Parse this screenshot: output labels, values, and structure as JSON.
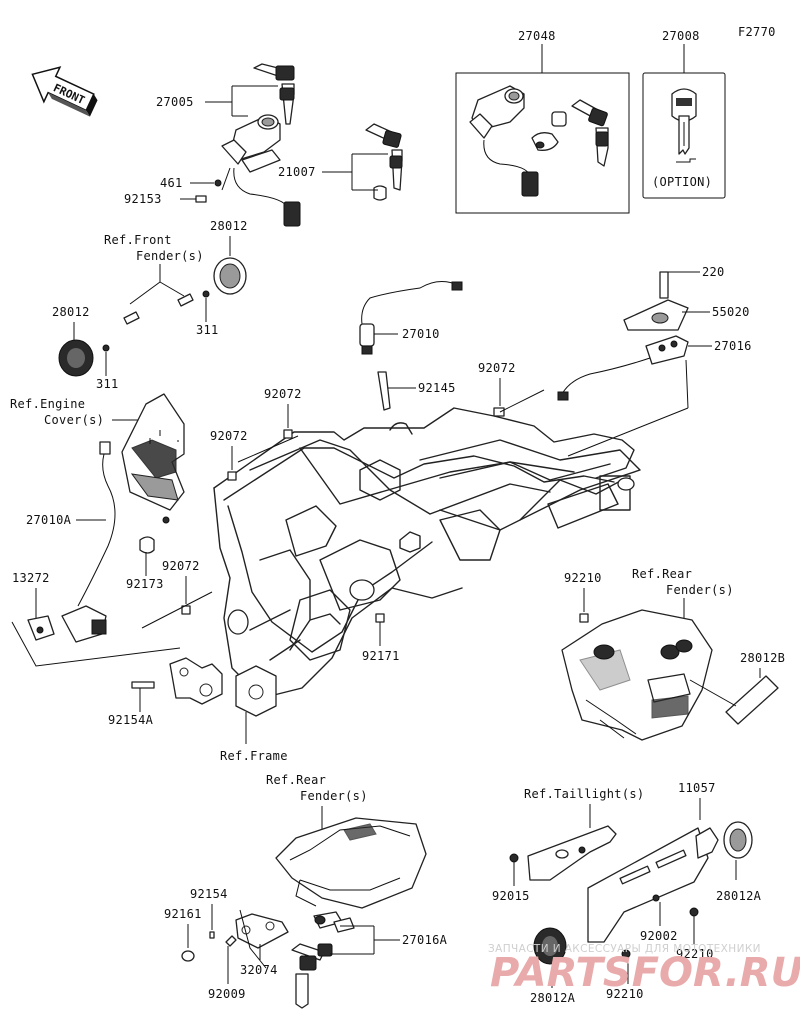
{
  "figure_code": "F2770",
  "front_arrow_label": "FRONT",
  "labels": {
    "p27005": "27005",
    "p461": "461",
    "p92153": "92153",
    "p21007": "21007",
    "p27048": "27048",
    "p27008": "27008",
    "option": "(OPTION)",
    "ref_front_fender_1": "Ref.Front",
    "ref_front_fender_2": "Fender(s)",
    "p28012_top": "28012",
    "p28012_left": "28012",
    "p311_right": "311",
    "p311_left": "311",
    "p27010": "27010",
    "p220": "220",
    "p55020": "55020",
    "p27016": "27016",
    "ref_engine_cover_1": "Ref.Engine",
    "ref_engine_cover_2": "Cover(s)",
    "p92072_a": "92072",
    "p92072_b": "92072",
    "p92072_c": "92072",
    "p92072_d": "92072",
    "p92145": "92145",
    "p27010A": "27010A",
    "p92173": "92173",
    "p13272": "13272",
    "p92210_top": "92210",
    "ref_rear_fender_1a": "Ref.Rear",
    "ref_rear_fender_1b": "Fender(s)",
    "p28012B": "28012B",
    "p92171": "92171",
    "p92154A": "92154A",
    "ref_frame": "Ref.Frame",
    "ref_rear_fender_2a": "Ref.Rear",
    "ref_rear_fender_2b": "Fender(s)",
    "ref_taillight": "Ref.Taillight(s)",
    "p11057": "11057",
    "p92154": "92154",
    "p92161": "92161",
    "p32074": "32074",
    "p92009": "92009",
    "p27016A": "27016A",
    "p92015": "92015",
    "p92002": "92002",
    "p28012A_right": "28012A",
    "p92210_bottom_right": "92210",
    "p92210_bottom": "92210",
    "p28012A_bottom": "28012A"
  },
  "watermark": {
    "line1": "ЗАПЧАСТИ И АКСЕССУАРЫ ДЛЯ МОТОТЕХНИКИ",
    "line2": "PARTSFOR.RU"
  },
  "colors": {
    "ink": "#111111",
    "watermark_red": "#e8aaaa",
    "watermark_gray": "#cfcfcf"
  }
}
